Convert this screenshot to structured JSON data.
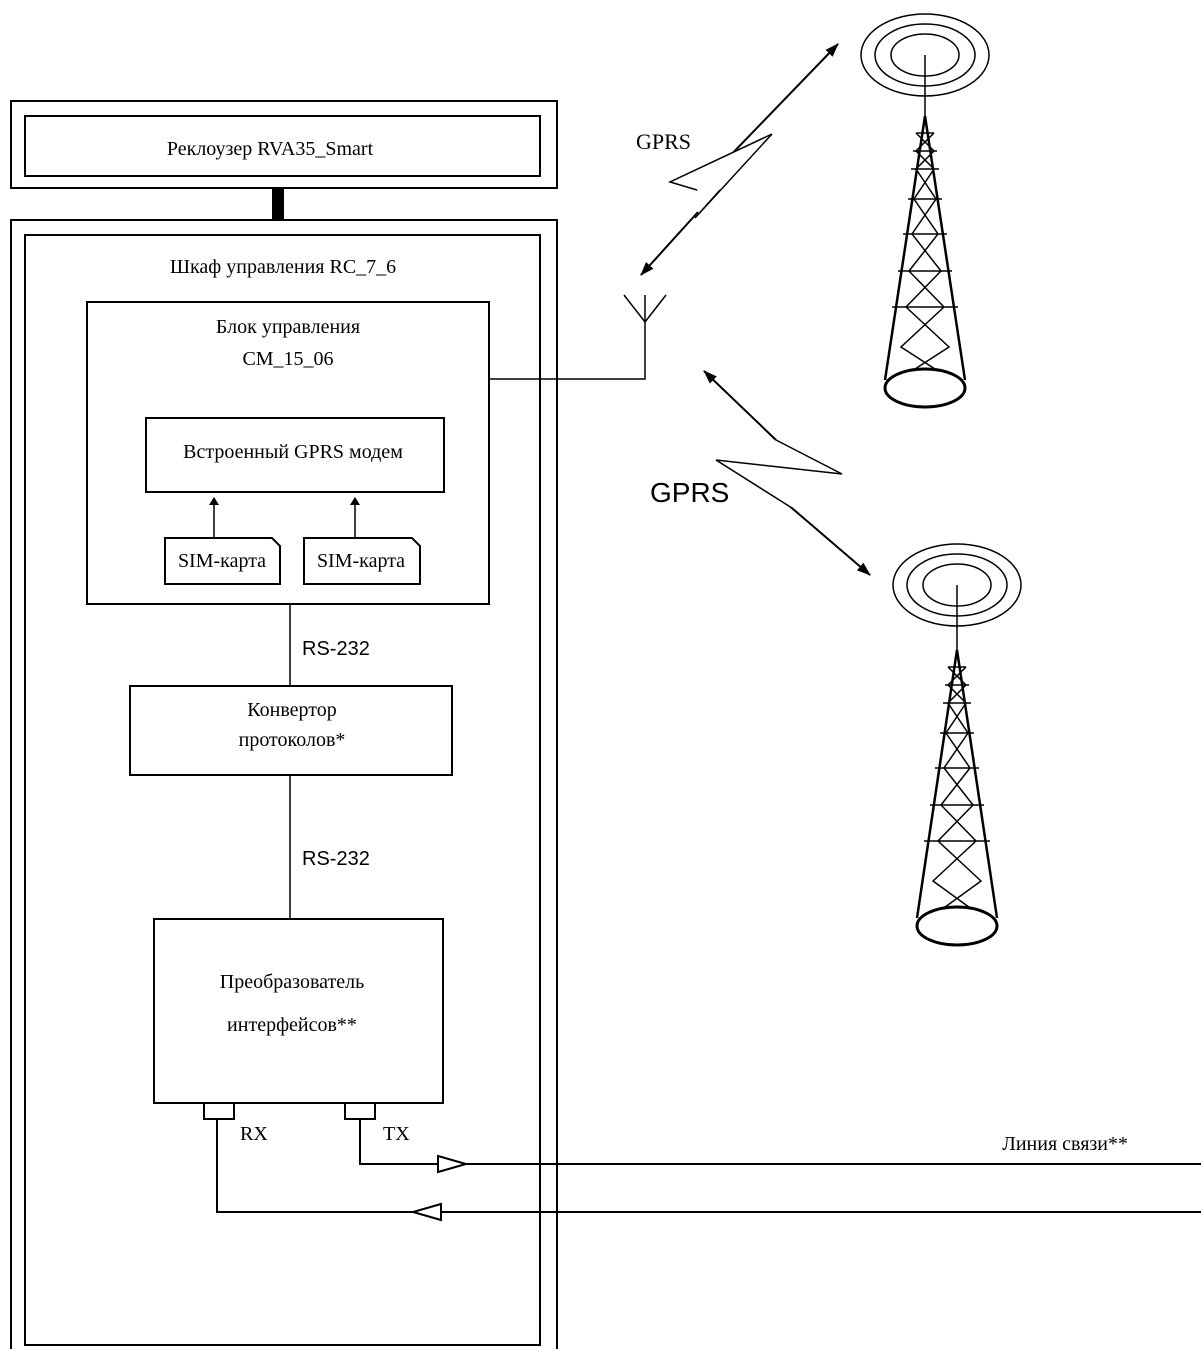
{
  "recloser": {
    "label": "Реклоузер RVA35_Smart"
  },
  "cabinet": {
    "label": "Шкаф управления RC_7_6"
  },
  "control_unit": {
    "line1": "Блок управления",
    "line2": "CM_15_06"
  },
  "modem": {
    "label": "Встроенный GPRS модем"
  },
  "sim_cards": [
    {
      "label": "SIM-карта"
    },
    {
      "label": "SIM-карта"
    }
  ],
  "link_upper": {
    "label": "RS-232"
  },
  "converter": {
    "line1": "Конвертор",
    "line2": "протоколов*"
  },
  "link_lower": {
    "label": "RS-232"
  },
  "interface_converter": {
    "line1": "Преобразователь",
    "line2": "интерфейсов**"
  },
  "ports": {
    "rx": "RX",
    "tx": "TX"
  },
  "comm_line": {
    "label": "Линия связи**"
  },
  "gprs_links": [
    {
      "label": "GPRS"
    },
    {
      "label": "GPRS"
    }
  ],
  "towers": [
    {
      "icon": "cell-tower-icon"
    },
    {
      "icon": "cell-tower-icon"
    }
  ],
  "antenna": {
    "icon": "antenna-icon"
  }
}
